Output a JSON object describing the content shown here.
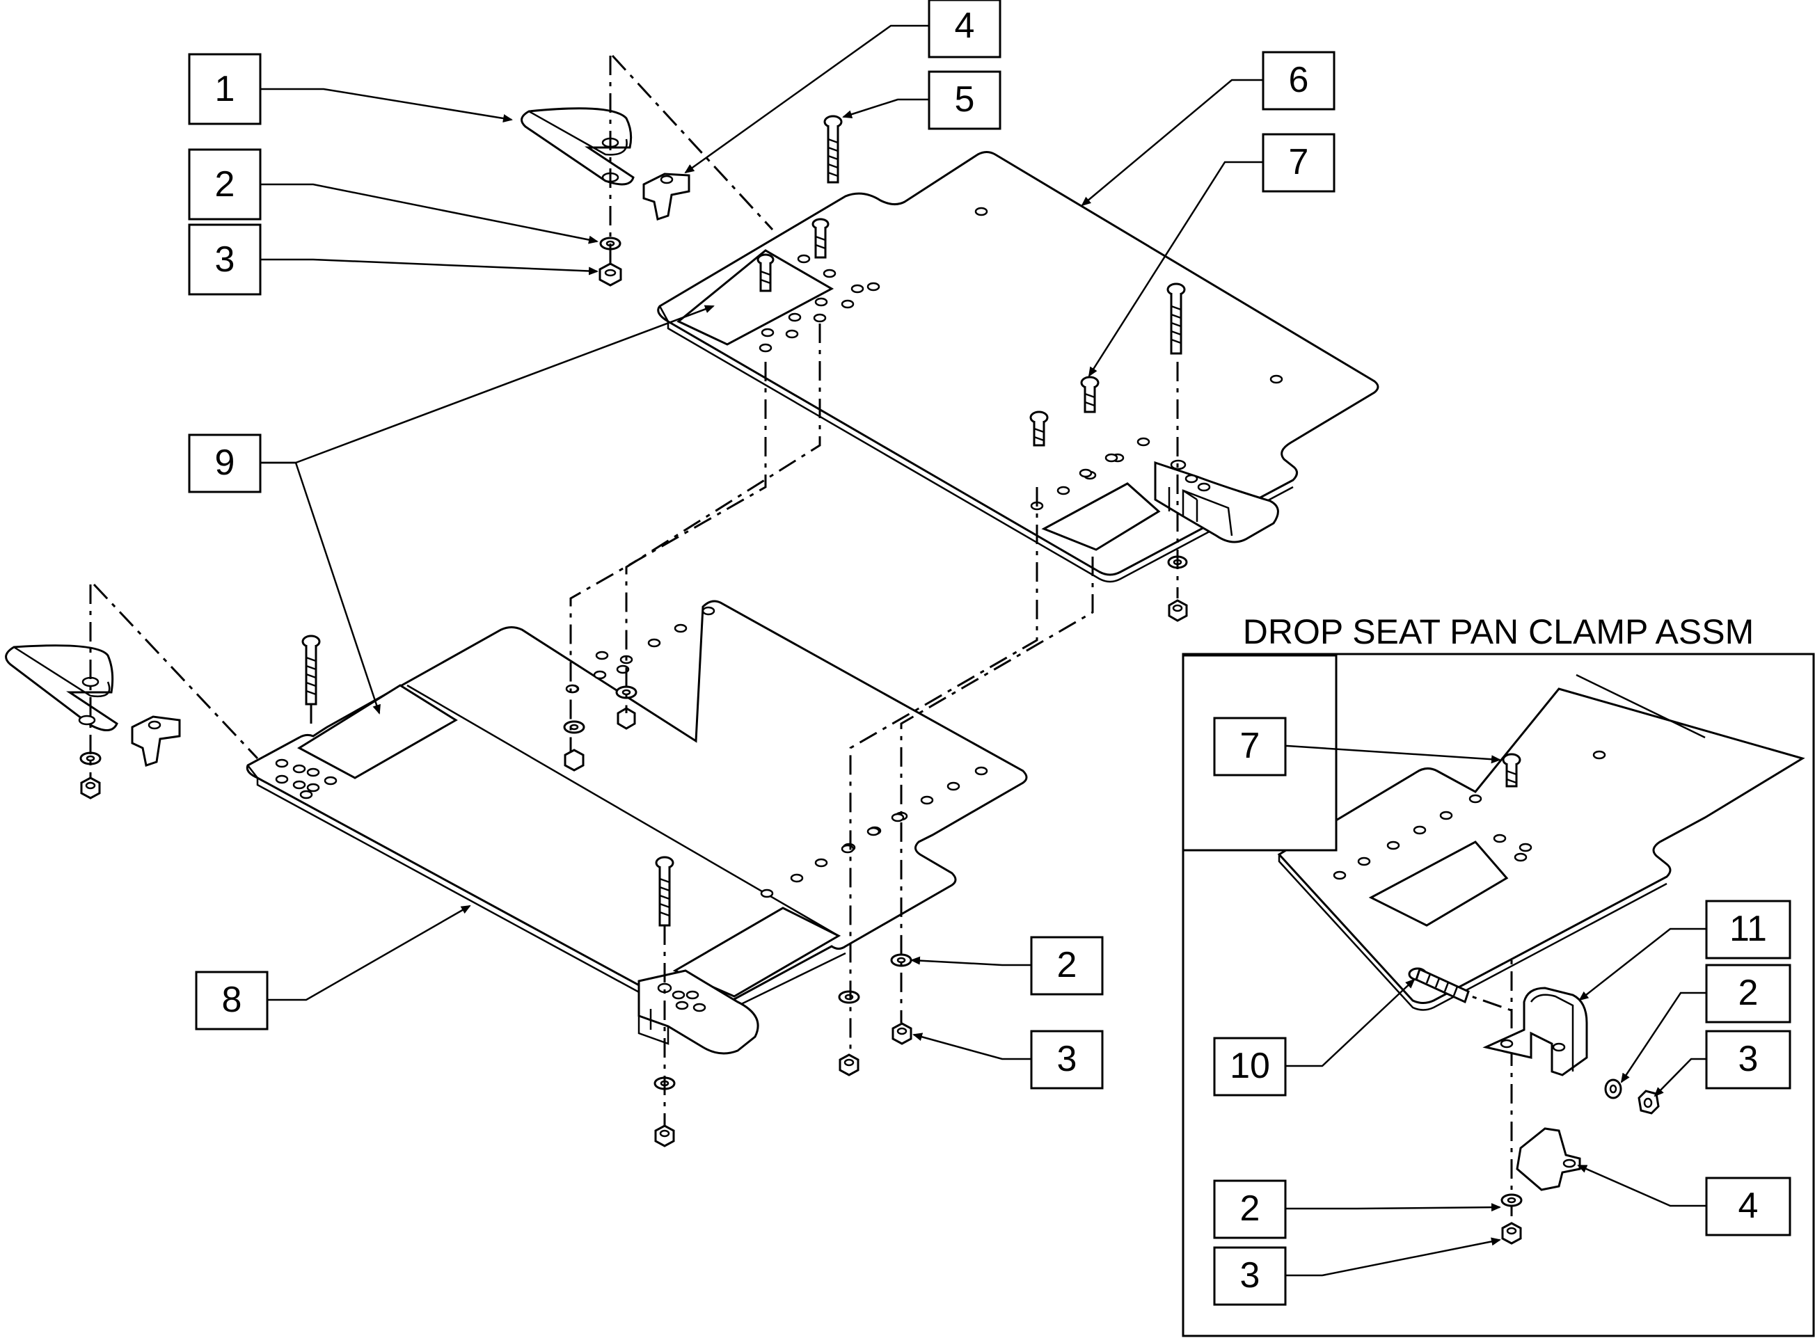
{
  "callouts": [
    {
      "id": "c1",
      "label": "1"
    },
    {
      "id": "c2a",
      "label": "2"
    },
    {
      "id": "c3a",
      "label": "3"
    },
    {
      "id": "c4a",
      "label": "4"
    },
    {
      "id": "c5",
      "label": "5"
    },
    {
      "id": "c6",
      "label": "6"
    },
    {
      "id": "c7a",
      "label": "7"
    },
    {
      "id": "c9",
      "label": "9"
    },
    {
      "id": "c8",
      "label": "8"
    },
    {
      "id": "c2b",
      "label": "2"
    },
    {
      "id": "c3b",
      "label": "3"
    },
    {
      "id": "c7b",
      "label": "7"
    },
    {
      "id": "c11",
      "label": "11"
    },
    {
      "id": "c2c",
      "label": "2"
    },
    {
      "id": "c3c",
      "label": "3"
    },
    {
      "id": "c10",
      "label": "10"
    },
    {
      "id": "c4b",
      "label": "4"
    },
    {
      "id": "c2d",
      "label": "2"
    },
    {
      "id": "c3d",
      "label": "3"
    }
  ],
  "inset": {
    "title": "DROP SEAT PAN CLAMP ASSM"
  }
}
